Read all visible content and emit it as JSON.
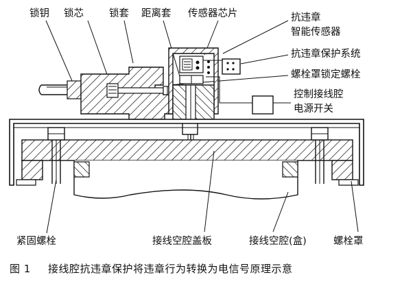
{
  "labels": {
    "lock_pin": "锁钥",
    "lock_core": "锁芯",
    "lock_sleeve": "锁套",
    "spacer_sleeve": "距离套",
    "sensor_chip": "传感器芯片",
    "anti_tamper_sensor_line1": "抗违章",
    "anti_tamper_sensor_line2": "智能传感器",
    "protection_system": "抗违章保护系统",
    "bolt_cover_lock_bolt": "螺栓罩锁定螺栓",
    "control_wiring_cavity": "控制接线腔",
    "power_switch": "电源开关",
    "fastening_bolt": "紧固螺栓",
    "cavity_cover_plate": "接线空腔盖板",
    "wiring_cavity_box": "接线空腔(盒)",
    "bolt_cover": "螺栓罩"
  },
  "caption": {
    "number": "图 1",
    "text": "接线腔抗违章保护将违章行为转换为电信号原理示意"
  }
}
